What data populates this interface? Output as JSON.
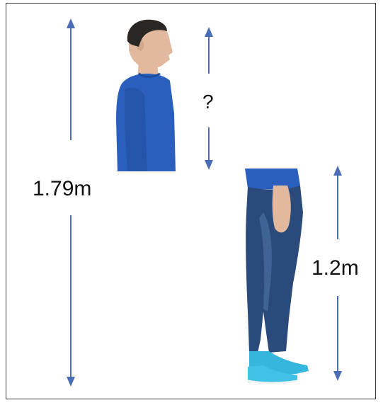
{
  "labels": {
    "total_height": "1.79m",
    "lower_height": "1.2m",
    "upper_height": "?"
  },
  "colors": {
    "arrow": "#4a6db5",
    "shirt": "#2a5fbd",
    "jeans": "#2b4a7c",
    "shoe": "#35b6dc",
    "skin": "#e2b99e",
    "hair": "#2a2624",
    "frame": "#3a3a3a"
  },
  "figures": {
    "upper_body": "person-upper-body-profile",
    "lower_body": "person-lower-body-profile"
  },
  "icons": {
    "arrow": "double-headed-vertical-arrow"
  }
}
